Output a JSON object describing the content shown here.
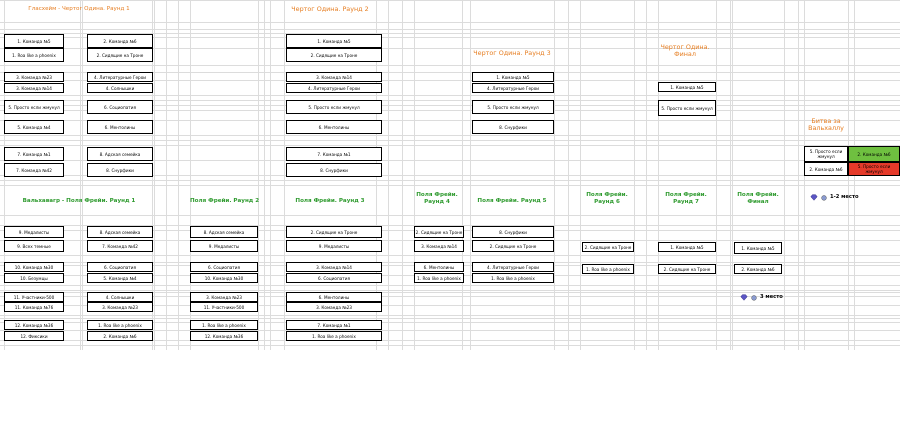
{
  "colors": {
    "orange": "#e67e22",
    "green": "#2e9a2e",
    "winner_bg": "#6fc040",
    "loser_bg": "#e53a2a"
  },
  "top": {
    "r1": {
      "title": "Гласхейм - Чертог Одина. Раунд 1",
      "a": [
        "1. Команда №5",
        "1. Roа like a phoenix",
        "3. Команда №23",
        "3. Команда №14",
        "5. Просто если жмунул",
        "5. Команда №4",
        "7. Команда №1",
        "7. Команда №42"
      ],
      "b": [
        "2. Команда №6",
        "2. Сидящие на Троне",
        "4. Литературные Герои",
        "4. Солнышки",
        "6. Социопатия",
        "6. Ментолины",
        "8. Адская семейка",
        "8. Снурфики"
      ]
    },
    "r2": {
      "title": "Чертог Одина. Раунд 2",
      "a": [
        "1. Команда №5",
        "2. Сидящие на Троне",
        "3. Команда №14",
        "4. Литературные Герои",
        "5. Просто если жмунул",
        "6. Ментолины",
        "7. Команда №1",
        "8. Снурфики"
      ]
    },
    "r3": {
      "title": "Чертог Одина. Раунд 3",
      "a": [
        "1. Команда №5",
        "4. Литературные Герои",
        "5. Просто если жмунул",
        "8. Снурфики"
      ]
    },
    "final": {
      "title": "Чертог Одина. Финал",
      "a": [
        "1. Команда №5",
        "5. Просто если жмунул"
      ]
    },
    "battle": {
      "title": "Битва за Вальхаллу",
      "a": "5. Просто если жмунул",
      "b": "2. Команда №6",
      "win": "2. Команда №6",
      "lose": "5. Просто если жмунул"
    }
  },
  "bottom": {
    "r1": {
      "title": "Вальхавагр - Поля Фрейи. Раунд 1",
      "a": [
        "9. Медалисты",
        "9. Всех темные",
        "10. Команда №30",
        "10. Безумцы",
        "11. Участники-500",
        "11. Команда №76",
        "12. Команда №36",
        "12. Фиксики"
      ],
      "b": [
        "8. Адская семейка",
        "7. Команда №42",
        "6. Социопатия",
        "5. Команда №4",
        "4. Солнышки",
        "3. Команда №23",
        "1. Roа like a phoenix",
        "2. Команда №6"
      ]
    },
    "r2": {
      "title": "Поля Фрейи. Раунд 2",
      "a": [
        "8. Адская семейка",
        "9. Медалисты",
        "6. Социопатия",
        "10. Команда №30",
        "3. Команда №23",
        "11. Участники-500",
        "1. Roа like a phoenix",
        "12. Команда №36"
      ]
    },
    "r3": {
      "title": "Поля Фрейи. Раунд 3",
      "a": [
        "2. Сидящие на Троне",
        "9. Медалисты",
        "3. Команда №14",
        "6. Социопатия",
        "6. Ментолины",
        "3. Команда №23",
        "7. Команда №1",
        "1. Roа like a phoenix"
      ]
    },
    "r4": {
      "title": "Поля Фрейи. Раунд 4",
      "a": [
        "2. Сидящие на Троне",
        "3. Команда №14",
        "6. Ментолины",
        "1. Roа like a phoenix"
      ]
    },
    "r5": {
      "title": "Поля Фрейи. Раунд 5",
      "a": [
        "8. Снурфики",
        "2. Сидящие на Троне",
        "4. Литературные Герои",
        "1. Roа like a phoenix"
      ]
    },
    "r6": {
      "title": "Поля Фрейи. Раунд 6",
      "a": [
        "2. Сидящие на Троне",
        "1. Roа like a phoenix"
      ]
    },
    "r7": {
      "title": "Поля Фрейи. Раунд 7",
      "a": [
        "1. Команда №5",
        "2. Сидящие на Троне"
      ]
    },
    "final": {
      "title": "Поля Фрейи. Финал",
      "a": [
        "1. Команда №5",
        "2. Команда №6"
      ]
    }
  },
  "places": {
    "first": "1-2 место",
    "third": "3 место"
  }
}
